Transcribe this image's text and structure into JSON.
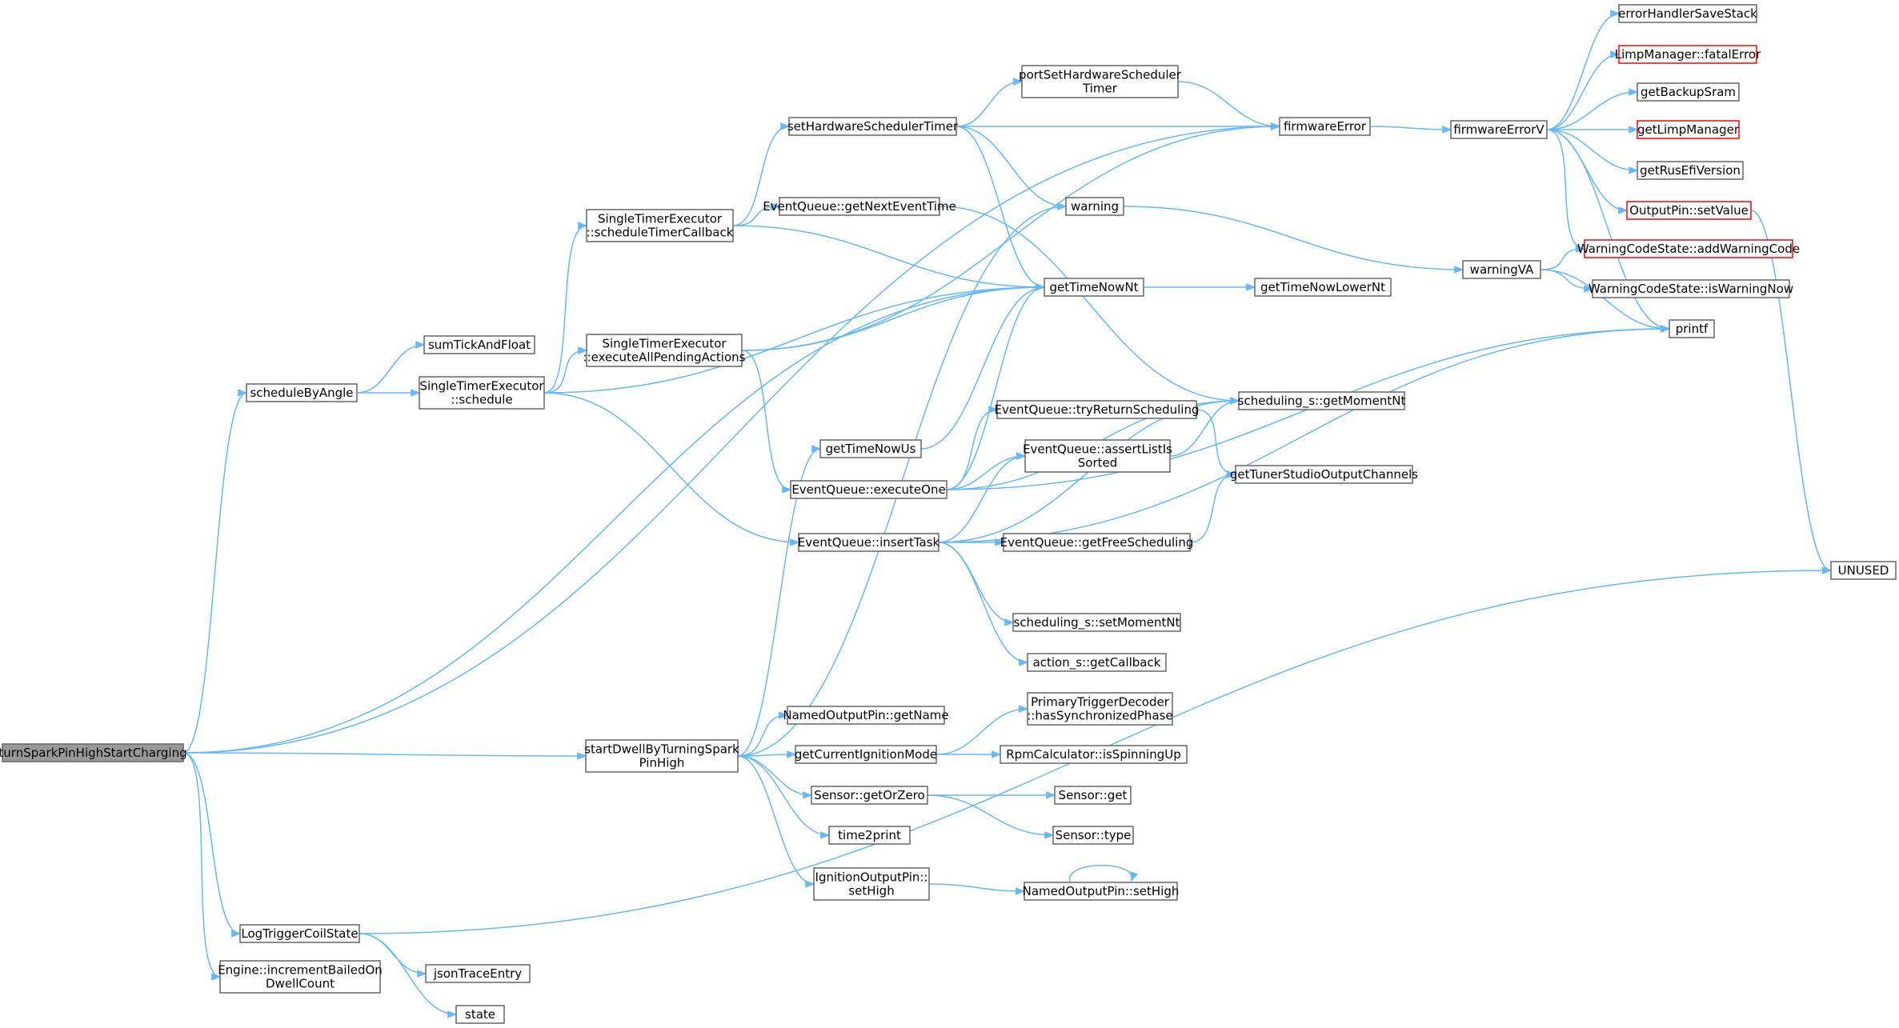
{
  "colors": {
    "edge": "#63b8ff",
    "node_border": "#666666",
    "root_fill": "#999999",
    "highlight_border": "#ff0000"
  },
  "nodes": {
    "root": [
      "turnSparkPinHighStartCharging"
    ],
    "scheduleByAngle": [
      "scheduleByAngle"
    ],
    "sumTickAndFloat": [
      "sumTickAndFloat"
    ],
    "steSchedule": [
      "SingleTimerExecutor",
      "::schedule"
    ],
    "steScheduleTimerCallback": [
      "SingleTimerExecutor",
      "::scheduleTimerCallback"
    ],
    "steExecuteAll": [
      "SingleTimerExecutor",
      "::executeAllPendingActions"
    ],
    "setHwTimer": [
      "setHardwareSchedulerTimer"
    ],
    "portSetHw": [
      "portSetHardwareScheduler",
      "Timer"
    ],
    "firmwareError": [
      "firmwareError"
    ],
    "firmwareErrorV": [
      "firmwareErrorV"
    ],
    "errorHandlerSaveStack": [
      "errorHandlerSaveStack"
    ],
    "limpFatal": [
      "LimpManager::fatalError"
    ],
    "getBackupSram": [
      "getBackupSram"
    ],
    "getLimpManager": [
      "getLimpManager"
    ],
    "getRusEfiVersion": [
      "getRusEfiVersion"
    ],
    "outputSetValue": [
      "OutputPin::setValue"
    ],
    "addWarningCode": [
      "WarningCodeState::addWarningCode"
    ],
    "isWarningNow": [
      "WarningCodeState::isWarningNow"
    ],
    "printf": [
      "printf"
    ],
    "unused": [
      "UNUSED"
    ],
    "getNextEventTime": [
      "EventQueue::getNextEventTime"
    ],
    "warning": [
      "warning"
    ],
    "warningVA": [
      "warningVA"
    ],
    "getTimeNowNt": [
      "getTimeNowNt"
    ],
    "getTimeNowLowerNt": [
      "getTimeNowLowerNt"
    ],
    "getMomentNt": [
      "scheduling_s::getMomentNt"
    ],
    "tryReturnScheduling": [
      "EventQueue::tryReturnScheduling"
    ],
    "assertListIsSorted": [
      "EventQueue::assertListIs",
      "Sorted"
    ],
    "getTunerStudio": [
      "getTunerStudioOutputChannels"
    ],
    "getTimeNowUs": [
      "getTimeNowUs"
    ],
    "executeOne": [
      "EventQueue::executeOne"
    ],
    "insertTask": [
      "EventQueue::insertTask"
    ],
    "getFreeScheduling": [
      "EventQueue::getFreeScheduling"
    ],
    "setMomentNt": [
      "scheduling_s::setMomentNt"
    ],
    "getCallback": [
      "action_s::getCallback"
    ],
    "startDwell": [
      "startDwellByTurningSpark",
      "PinHigh"
    ],
    "getName": [
      "NamedOutputPin::getName"
    ],
    "getCurrentIgnitionMode": [
      "getCurrentIgnitionMode"
    ],
    "hasSynchronizedPhase": [
      "PrimaryTriggerDecoder",
      "::hasSynchronizedPhase"
    ],
    "isSpinningUp": [
      "RpmCalculator::isSpinningUp"
    ],
    "getOrZero": [
      "Sensor::getOrZero"
    ],
    "sensorGet": [
      "Sensor::get"
    ],
    "sensorType": [
      "Sensor::type"
    ],
    "time2print": [
      "time2print"
    ],
    "ignSetHigh": [
      "IgnitionOutputPin::",
      "setHigh"
    ],
    "namedSetHigh": [
      "NamedOutputPin::setHigh"
    ],
    "logTrigger": [
      "LogTriggerCoilState"
    ],
    "jsonTrace": [
      "jsonTraceEntry"
    ],
    "engineIncrement": [
      "Engine::incrementBailedOn",
      "DwellCount"
    ],
    "state": [
      "state"
    ]
  },
  "edges": [
    [
      "root",
      "scheduleByAngle"
    ],
    [
      "root",
      "getTimeNowNt"
    ],
    [
      "root",
      "firmwareError"
    ],
    [
      "root",
      "startDwell"
    ],
    [
      "root",
      "logTrigger"
    ],
    [
      "root",
      "engineIncrement"
    ],
    [
      "scheduleByAngle",
      "sumTickAndFloat"
    ],
    [
      "scheduleByAngle",
      "steSchedule"
    ],
    [
      "steSchedule",
      "steScheduleTimerCallback"
    ],
    [
      "steSchedule",
      "steExecuteAll"
    ],
    [
      "steSchedule",
      "getTimeNowNt"
    ],
    [
      "steSchedule",
      "insertTask"
    ],
    [
      "steScheduleTimerCallback",
      "setHwTimer"
    ],
    [
      "steScheduleTimerCallback",
      "getNextEventTime"
    ],
    [
      "steScheduleTimerCallback",
      "getTimeNowNt"
    ],
    [
      "steExecuteAll",
      "firmwareError"
    ],
    [
      "steExecuteAll",
      "getTimeNowNt"
    ],
    [
      "steExecuteAll",
      "executeOne"
    ],
    [
      "setHwTimer",
      "portSetHw"
    ],
    [
      "setHwTimer",
      "firmwareError"
    ],
    [
      "setHwTimer",
      "warning"
    ],
    [
      "setHwTimer",
      "getTimeNowNt"
    ],
    [
      "portSetHw",
      "firmwareError"
    ],
    [
      "firmwareError",
      "firmwareErrorV"
    ],
    [
      "firmwareErrorV",
      "errorHandlerSaveStack"
    ],
    [
      "firmwareErrorV",
      "limpFatal"
    ],
    [
      "firmwareErrorV",
      "getBackupSram"
    ],
    [
      "firmwareErrorV",
      "getLimpManager"
    ],
    [
      "firmwareErrorV",
      "getRusEfiVersion"
    ],
    [
      "firmwareErrorV",
      "outputSetValue"
    ],
    [
      "firmwareErrorV",
      "addWarningCode"
    ],
    [
      "firmwareErrorV",
      "printf"
    ],
    [
      "outputSetValue",
      "unused"
    ],
    [
      "getNextEventTime",
      "getMomentNt"
    ],
    [
      "warning",
      "warningVA"
    ],
    [
      "warningVA",
      "addWarningCode"
    ],
    [
      "warningVA",
      "isWarningNow"
    ],
    [
      "warningVA",
      "printf"
    ],
    [
      "getTimeNowNt",
      "getTimeNowLowerNt"
    ],
    [
      "getTimeNowUs",
      "getTimeNowNt"
    ],
    [
      "executeOne",
      "getTimeNowNt"
    ],
    [
      "executeOne",
      "printf"
    ],
    [
      "executeOne",
      "getMomentNt"
    ],
    [
      "executeOne",
      "tryReturnScheduling"
    ],
    [
      "executeOne",
      "assertListIsSorted"
    ],
    [
      "tryReturnScheduling",
      "getTunerStudio"
    ],
    [
      "assertListIsSorted",
      "getMomentNt"
    ],
    [
      "insertTask",
      "assertListIsSorted"
    ],
    [
      "insertTask",
      "getMomentNt"
    ],
    [
      "insertTask",
      "getFreeScheduling"
    ],
    [
      "insertTask",
      "printf"
    ],
    [
      "insertTask",
      "setMomentNt"
    ],
    [
      "insertTask",
      "getCallback"
    ],
    [
      "getFreeScheduling",
      "getTunerStudio"
    ],
    [
      "startDwell",
      "warning"
    ],
    [
      "startDwell",
      "getTimeNowUs"
    ],
    [
      "startDwell",
      "getName"
    ],
    [
      "startDwell",
      "getCurrentIgnitionMode"
    ],
    [
      "startDwell",
      "getOrZero"
    ],
    [
      "startDwell",
      "time2print"
    ],
    [
      "startDwell",
      "ignSetHigh"
    ],
    [
      "getCurrentIgnitionMode",
      "hasSynchronizedPhase"
    ],
    [
      "getCurrentIgnitionMode",
      "isSpinningUp"
    ],
    [
      "getOrZero",
      "sensorGet"
    ],
    [
      "getOrZero",
      "sensorType"
    ],
    [
      "ignSetHigh",
      "namedSetHigh"
    ],
    [
      "namedSetHigh",
      "namedSetHigh"
    ],
    [
      "logTrigger",
      "unused"
    ],
    [
      "logTrigger",
      "jsonTrace"
    ],
    [
      "logTrigger",
      "state"
    ]
  ]
}
